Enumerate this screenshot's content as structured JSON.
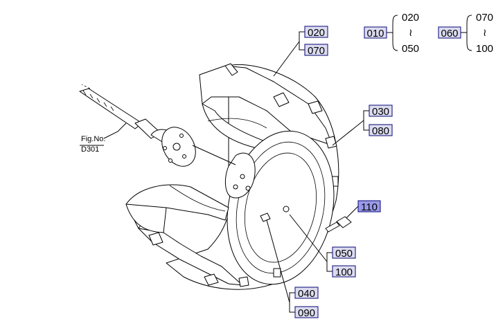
{
  "callouts": [
    {
      "id": "020",
      "label": "020",
      "highlight": false
    },
    {
      "id": "070",
      "label": "070",
      "highlight": false
    },
    {
      "id": "030",
      "label": "030",
      "highlight": false
    },
    {
      "id": "080",
      "label": "080",
      "highlight": false
    },
    {
      "id": "110",
      "label": "110",
      "highlight": true
    },
    {
      "id": "050",
      "label": "050",
      "highlight": false
    },
    {
      "id": "100",
      "label": "100",
      "highlight": false
    },
    {
      "id": "040",
      "label": "040",
      "highlight": false
    },
    {
      "id": "090",
      "label": "090",
      "highlight": false
    },
    {
      "id": "010",
      "label": "010",
      "highlight": false
    },
    {
      "id": "060",
      "label": "060",
      "highlight": false
    }
  ],
  "range_legend": {
    "group_a": {
      "top": "020",
      "mid": "≀",
      "bottom": "050"
    },
    "group_b": {
      "top": "070",
      "mid": "≀",
      "bottom": "100"
    }
  },
  "figure_ref": {
    "line1": "Fig.No.",
    "line2": "D301"
  }
}
